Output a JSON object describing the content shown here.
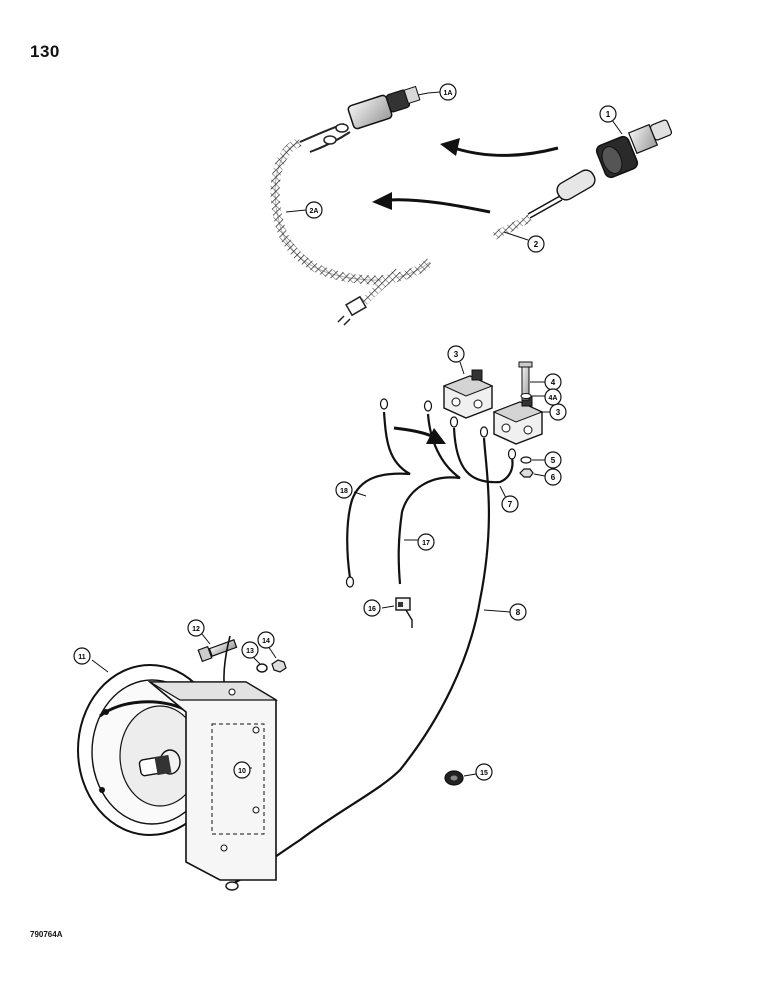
{
  "page": {
    "number": "130",
    "figure_code": "790764A"
  },
  "callouts": [
    {
      "id": "c1",
      "label": "1"
    },
    {
      "id": "c1a",
      "label": "1A"
    },
    {
      "id": "c2",
      "label": "2"
    },
    {
      "id": "c2a",
      "label": "2A"
    },
    {
      "id": "c3a",
      "label": "3"
    },
    {
      "id": "c3b",
      "label": "3"
    },
    {
      "id": "c4",
      "label": "4"
    },
    {
      "id": "c4a",
      "label": "4A"
    },
    {
      "id": "c5",
      "label": "5"
    },
    {
      "id": "c6",
      "label": "6"
    },
    {
      "id": "c7",
      "label": "7"
    },
    {
      "id": "c8",
      "label": "8"
    },
    {
      "id": "c10",
      "label": "10"
    },
    {
      "id": "c11",
      "label": "11"
    },
    {
      "id": "c12",
      "label": "12"
    },
    {
      "id": "c13",
      "label": "13"
    },
    {
      "id": "c14",
      "label": "14"
    },
    {
      "id": "c15",
      "label": "15"
    },
    {
      "id": "c16",
      "label": "16"
    },
    {
      "id": "c17",
      "label": "17"
    },
    {
      "id": "c18",
      "label": "18"
    }
  ]
}
